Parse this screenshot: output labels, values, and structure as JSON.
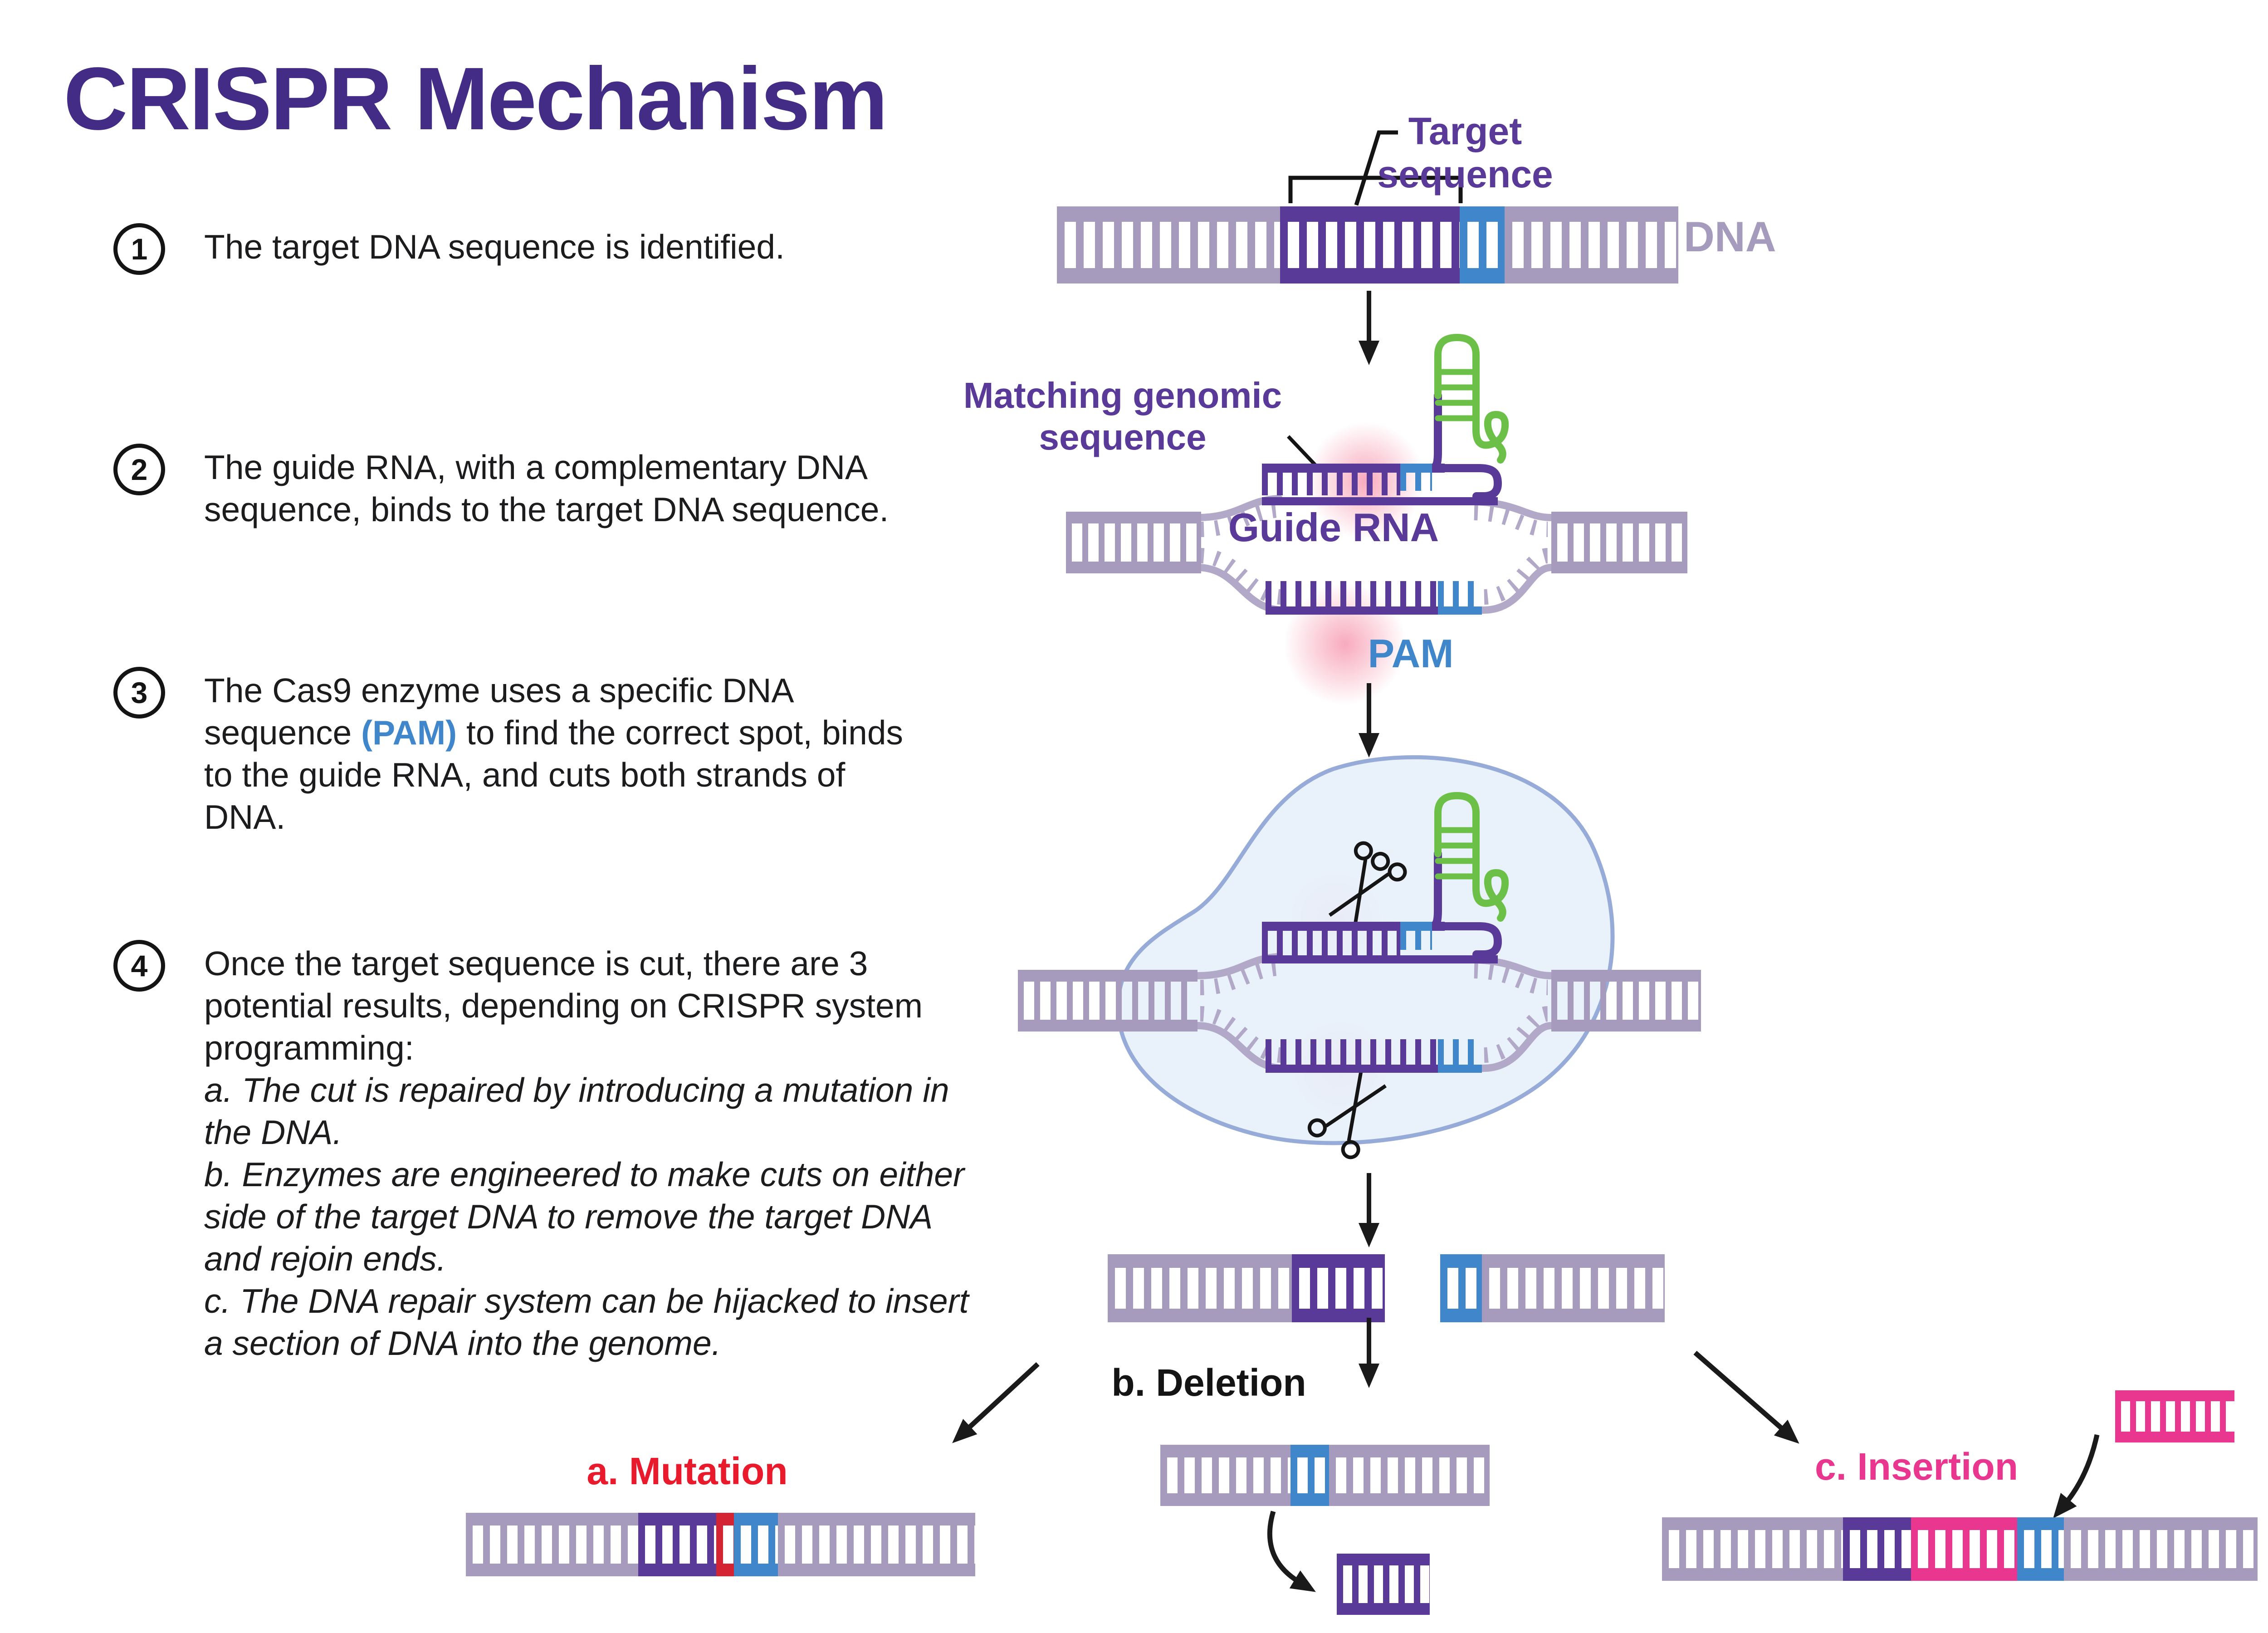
{
  "title": "CRISPR Mechanism",
  "steps": [
    {
      "number": "1",
      "text": "The target DNA sequence is identified."
    },
    {
      "number": "2",
      "text": "The guide RNA, with a complementary DNA sequence, binds to the target DNA sequence."
    },
    {
      "number": "3",
      "text_before": "The Cas9 enzyme uses a specific DNA sequence ",
      "pam": "(PAM)",
      "text_after": " to find the correct spot, binds to the guide RNA, and cuts both strands of DNA."
    },
    {
      "number": "4",
      "text": "Once the target sequence is cut, there are 3 potential results, depending on CRISPR system programming:",
      "items": [
        "a. The cut is repaired by introducing a mutation in the DNA.",
        "b. Enzymes are engineered to make cuts on either side of the target DNA to remove the target DNA and rejoin ends.",
        "c. The DNA repair system can be hijacked to insert a section of DNA into the genome."
      ]
    }
  ],
  "diagram": {
    "labels": {
      "target_line1": "Target",
      "target_line2": "sequence",
      "dna": "DNA",
      "matching_line1": "Matching genomic",
      "matching_line2": "sequence",
      "guide_rna": "Guide RNA",
      "pam": "PAM",
      "mutation": "a. Mutation",
      "deletion": "b. Deletion",
      "insertion": "c. Insertion"
    }
  },
  "icons": {
    "scissors-icon": "crossed-blades-with-ring-handles",
    "down-arrow-icon": "black triangle-head arrow"
  },
  "palette": {
    "title_purple": "#432c85",
    "deep_purple": "#5a3a99",
    "lavender": "#a69bbc",
    "bubble_lavender": "#b2a8c7",
    "pam_blue": "#3f86cb",
    "insertion_pink": "#e9368f",
    "mutation_red": "#d42333",
    "mutation_label_red": "#e81a2c",
    "rna_green": "#6cbf47",
    "cas9_fill": "#e7f1fb",
    "cas9_stroke": "#96abd7",
    "text_dark": "#1c1c1e"
  }
}
